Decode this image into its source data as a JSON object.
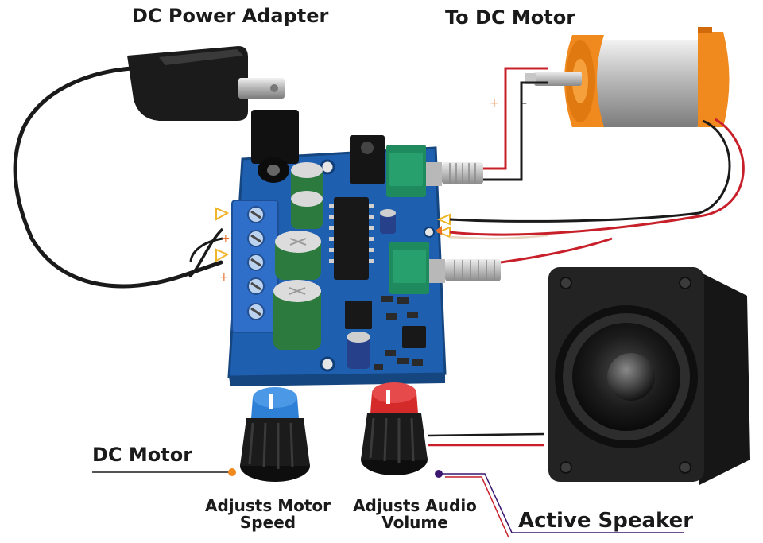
{
  "labels": {
    "power_adapter": "DC Power Adapter",
    "to_motor": "To DC Motor",
    "dc_motor": "DC Motor",
    "motor_knob_line1": "Adjusts Motor",
    "motor_knob_line2": "Speed",
    "audio_knob_line1": "Adjusts Audio",
    "audio_knob_line2": "Volume",
    "speaker": "Active Speaker",
    "plus": "+",
    "minus": "–"
  },
  "colors": {
    "pcb": "#1f5fb0",
    "terminal": "#2f6fc9",
    "capacitor": "#2d7a3e",
    "potentiometer": "#1f8a5e",
    "motor_cap": "#f08a1e",
    "wire_red": "#c8202a",
    "wire_black": "#1a1a1a",
    "knob_blue": "#2e7fd6",
    "knob_red": "#d42a2a",
    "dot_orange": "#f08a1e",
    "dot_purple": "#3a1670"
  }
}
